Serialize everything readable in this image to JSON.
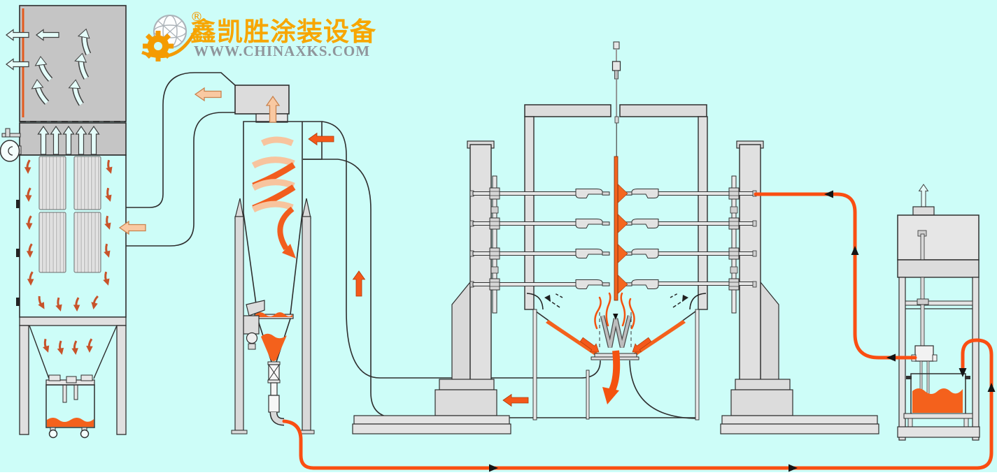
{
  "logo": {
    "brand": "鑫凯胜涂装设备",
    "website": "WWW.CHINAXKS.COM",
    "registered_mark": "®"
  },
  "palette": {
    "background": "#CDFDF8",
    "plenum_gray": "#C5C5C5",
    "structure_gray": "#E0E0E0",
    "outline_dark": "#2E2E2E",
    "powder_orange": "#F4611C",
    "hose_orange": "#FA4E12",
    "spray_orange": "#F4661F",
    "flow_peach": "#F9C9A2",
    "flow_rust": "#C7532A",
    "cyan_arrow": "#E4FCF9",
    "logo_orange": "#F7A600",
    "logo_gray": "#8F959B"
  },
  "icons": [
    "after-filter-unit",
    "exhaust-fan",
    "filter-cartridge",
    "waste-bin",
    "cyclone-separator",
    "powder-sieve",
    "rotary-valve",
    "recovery-duct",
    "spray-booth",
    "conveyor-hanger",
    "workpiece",
    "spray-gun",
    "gun-reciprocator",
    "powder-feed-center",
    "powder-container",
    "suction-pump",
    "recovery-hose",
    "supply-hose",
    "airflow-arrow"
  ]
}
